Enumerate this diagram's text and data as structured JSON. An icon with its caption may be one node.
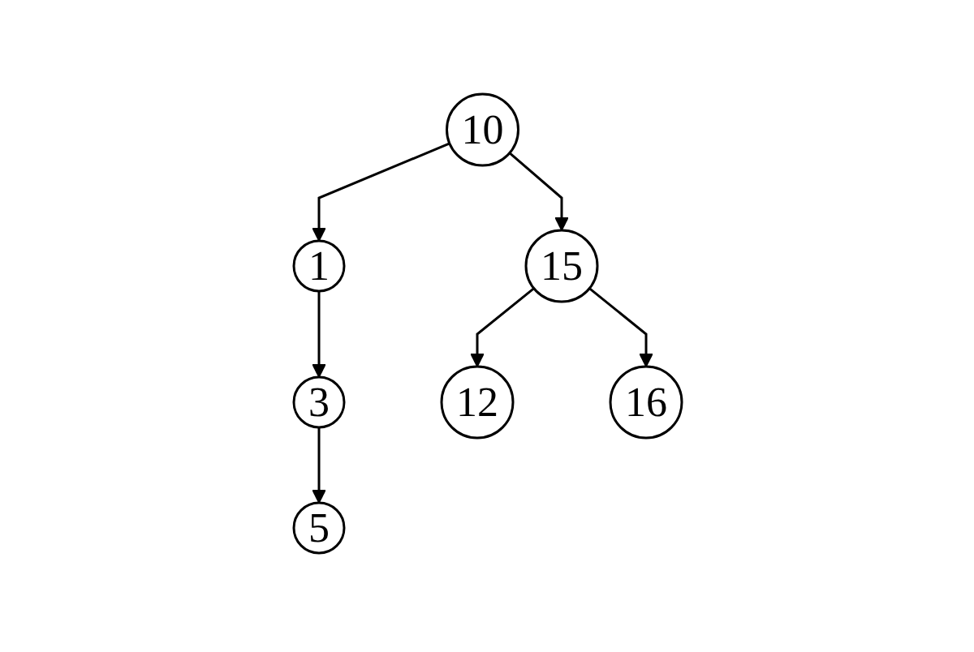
{
  "diagram": {
    "nodes": [
      {
        "text": [
          "10"
        ]
      },
      {
        "text": [
          "1"
        ]
      },
      {
        "text": [
          "15"
        ]
      },
      {
        "text": [
          "3"
        ]
      },
      {
        "text": [
          "12"
        ]
      },
      {
        "text": [
          "16"
        ]
      },
      {
        "text": [
          "5"
        ]
      }
    ],
    "edges": [
      {
        "from": 0,
        "to": 1,
        "arrow": "to"
      },
      {
        "from": 0,
        "to": 2,
        "arrow": "to"
      },
      {
        "from": 1,
        "to": 3,
        "arrow": "to"
      },
      {
        "from": 2,
        "to": 4,
        "arrow": "to"
      },
      {
        "from": 2,
        "to": 5,
        "arrow": "to"
      },
      {
        "from": 3,
        "to": 6,
        "arrow": "to"
      }
    ]
  }
}
